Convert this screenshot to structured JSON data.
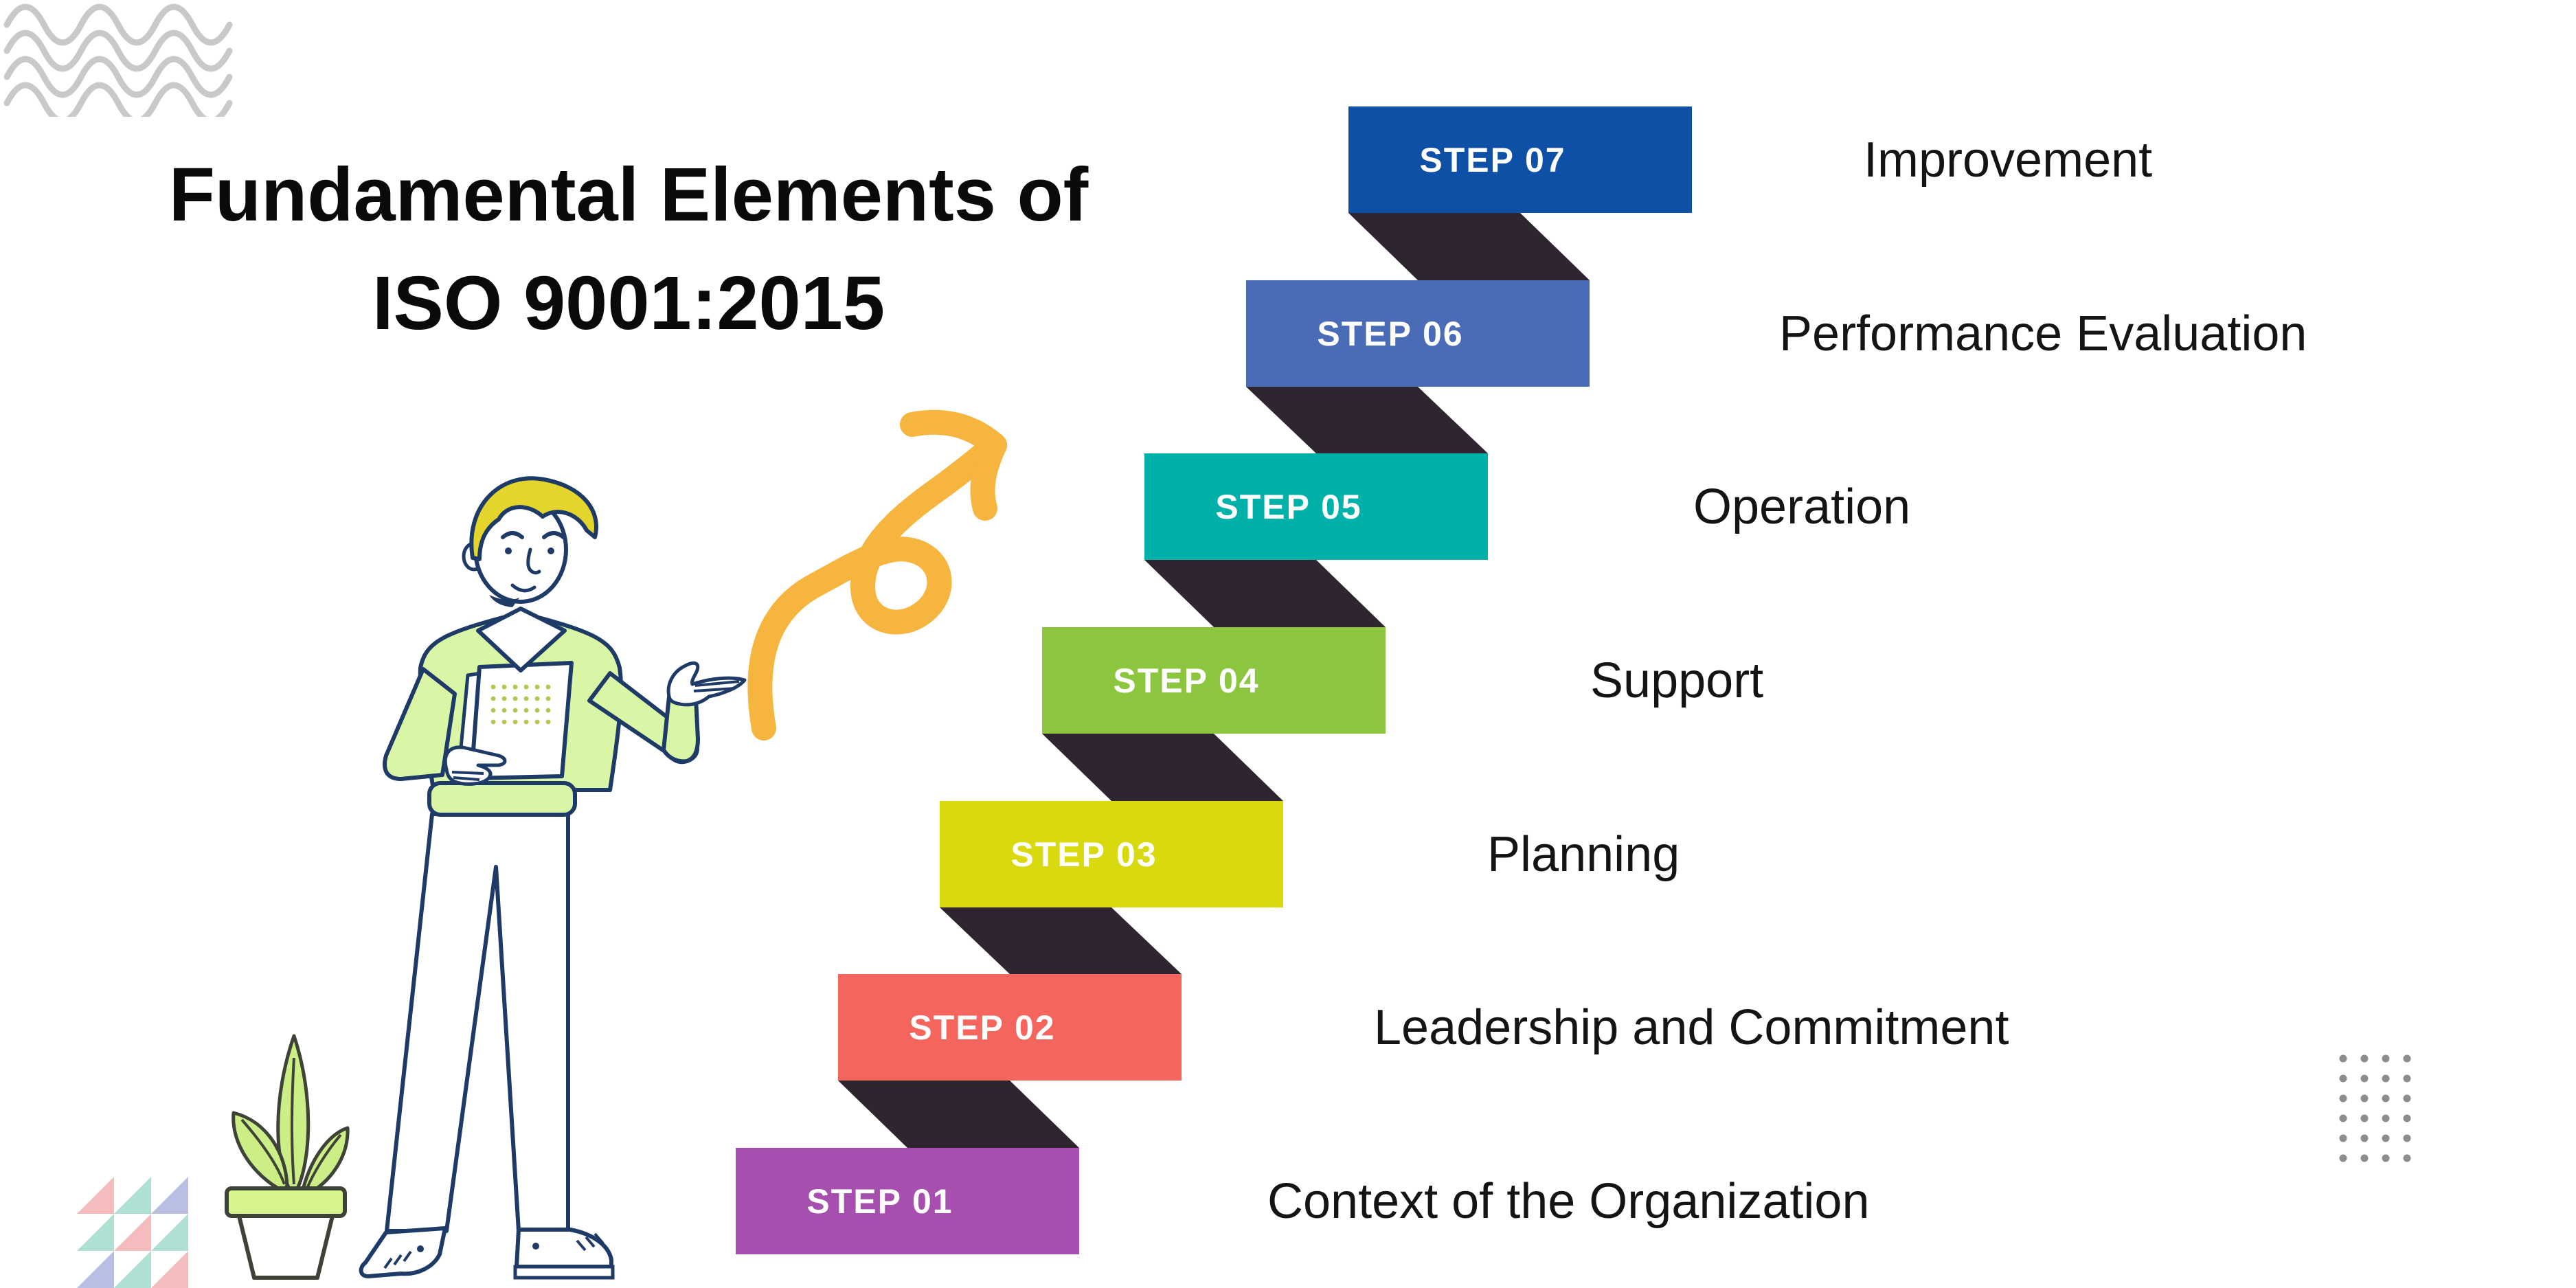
{
  "title": {
    "line1": "Fundamental Elements of",
    "line2": "ISO 9001:2015"
  },
  "steps": [
    {
      "step_label": "STEP 01",
      "name": "Context of the Organization",
      "color": "#A64FAE"
    },
    {
      "step_label": "STEP 02",
      "name": "Leadership and Commitment",
      "color": "#F4655E"
    },
    {
      "step_label": "STEP 03",
      "name": "Planning",
      "color": "#D8D90E"
    },
    {
      "step_label": "STEP 04",
      "name": "Support",
      "color": "#8CC63F"
    },
    {
      "step_label": "STEP 05",
      "name": "Operation",
      "color": "#00B1A9"
    },
    {
      "step_label": "STEP 06",
      "name": "Performance Evaluation",
      "color": "#4A6BB5"
    },
    {
      "step_label": "STEP 07",
      "name": "Improvement",
      "color": "#0D50A5"
    }
  ],
  "colors": {
    "title_text": "#0A0A0A",
    "label_text": "#141414",
    "step_text": "#FFFFFF",
    "connector": "#2E2530",
    "arrow": "#F5B53E",
    "wave": "#C9C9C9",
    "dots": "#8D8D8D",
    "tri_pink": "#F5BCBE",
    "tri_teal": "#AEE0D3",
    "tri_lavender": "#B9BFE2",
    "outline": "#1E3A66",
    "hair": "#E3D52B",
    "sweater": "#D9F5A6",
    "skin": "#FFFFFF",
    "doc_dots": "#B8C24E",
    "leaf": "#CBEE86",
    "leaf_outline": "#3E4237",
    "pot_rim": "#D6F58E"
  },
  "decorations": {
    "top_left": "wavy-lines",
    "bottom_left_pattern": "triangle-grid",
    "bottom_left_pattern_rows": [
      [
        "pink",
        "teal",
        "lavender"
      ],
      [
        "teal",
        "pink",
        "teal"
      ],
      [
        "lavender",
        "teal",
        "pink"
      ]
    ],
    "bottom_left_item": "plant-pot",
    "bottom_right": "dot-grid",
    "center": "curved-arrow",
    "left": "presenter-illustration"
  }
}
